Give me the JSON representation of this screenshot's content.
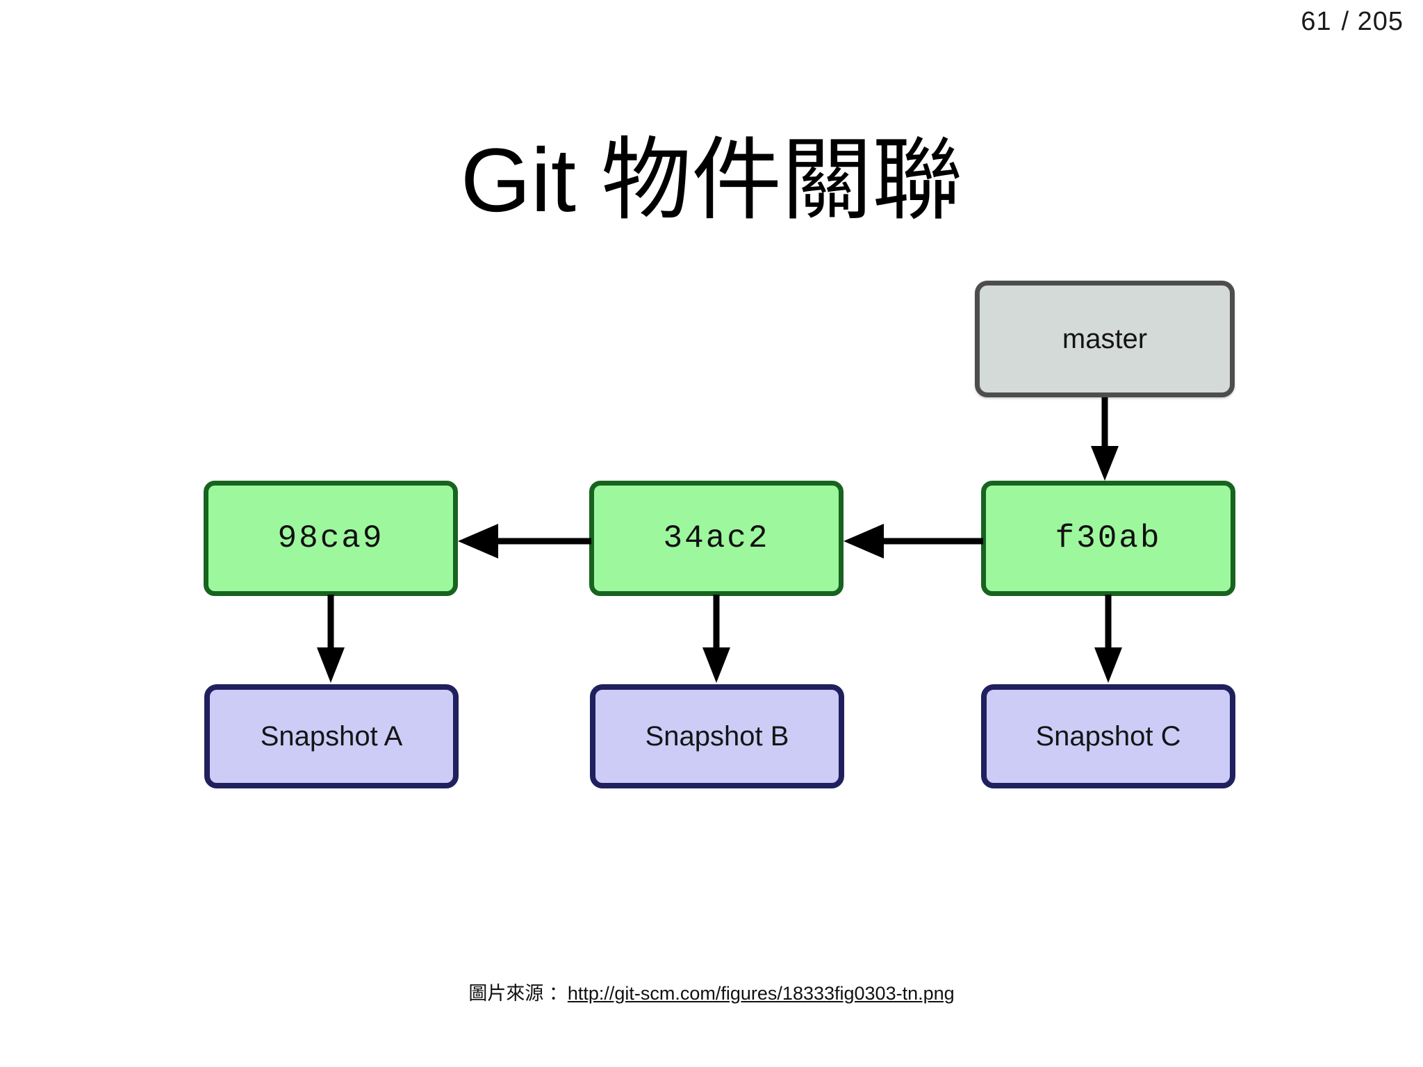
{
  "slide": {
    "title": "Git 物件關聯",
    "page_current": "61",
    "page_separator": "/ 205"
  },
  "credit": {
    "prefix": "圖片來源 ：",
    "url": "http://git-scm.com/figures/18333fig0303-tn.png"
  },
  "colors": {
    "background": "#ffffff",
    "commit_fill": "#9df79d",
    "commit_border": "#17631f",
    "snapshot_fill": "#ccccf7",
    "snapshot_border": "#20205e",
    "ref_fill": "#d4dad8",
    "ref_border": "#4d4d4d",
    "arrow": "#000000",
    "text": "#000000"
  },
  "diagram": {
    "type": "graph",
    "ref_nodes": [
      {
        "id": "master",
        "label": "master"
      }
    ],
    "commit_nodes": [
      {
        "id": "98ca9",
        "label": "98ca9"
      },
      {
        "id": "34ac2",
        "label": "34ac2"
      },
      {
        "id": "f30ab",
        "label": "f30ab"
      }
    ],
    "snapshot_nodes": [
      {
        "id": "snapshot-a",
        "label": "Snapshot A"
      },
      {
        "id": "snapshot-b",
        "label": "Snapshot B"
      },
      {
        "id": "snapshot-c",
        "label": "Snapshot C"
      }
    ],
    "edges": [
      {
        "from": "master",
        "to": "f30ab",
        "direction": "down"
      },
      {
        "from": "f30ab",
        "to": "34ac2",
        "direction": "left"
      },
      {
        "from": "34ac2",
        "to": "98ca9",
        "direction": "left"
      },
      {
        "from": "98ca9",
        "to": "snapshot-a",
        "direction": "down"
      },
      {
        "from": "34ac2",
        "to": "snapshot-b",
        "direction": "down"
      },
      {
        "from": "f30ab",
        "to": "snapshot-c",
        "direction": "down"
      }
    ]
  }
}
